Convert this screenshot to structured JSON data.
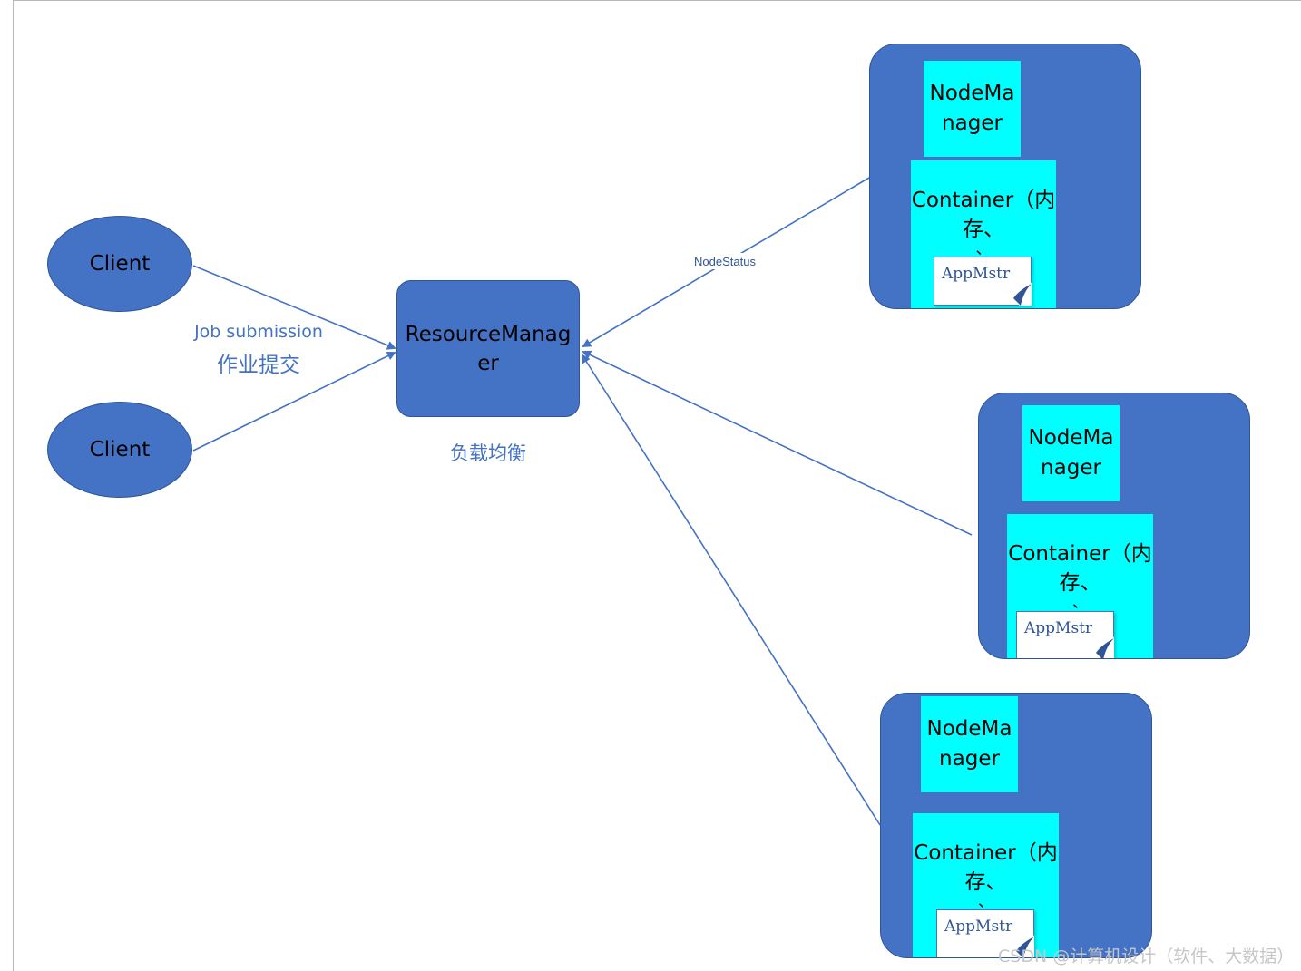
{
  "clients": [
    {
      "label": "Client"
    },
    {
      "label": "Client"
    }
  ],
  "resource_manager": {
    "label": "ResourceManager"
  },
  "labels": {
    "job_submission_en": "Job submission",
    "job_submission_cn": "作业提交",
    "load_balance": "负载均衡",
    "node_status": "NodeStatus"
  },
  "nodes": [
    {
      "nodemanager": "NodeManager",
      "container": "Container（内存、",
      "container_overflow": "、",
      "appmstr": "AppMstr"
    },
    {
      "nodemanager": "NodeManager",
      "container": "Container（内存、",
      "container_overflow": "、",
      "appmstr": "AppMstr"
    },
    {
      "nodemanager": "NodeManager",
      "container": "Container（内存、",
      "container_overflow": "、",
      "appmstr": "AppMstr"
    }
  ],
  "watermark": "CSDN @计算机设计（软件、大数据）",
  "colors": {
    "shape_blue": "#4472c4",
    "cyan": "#00ffff",
    "border_blue": "#2f5597",
    "watermark_gray": "#c6c6c6"
  }
}
